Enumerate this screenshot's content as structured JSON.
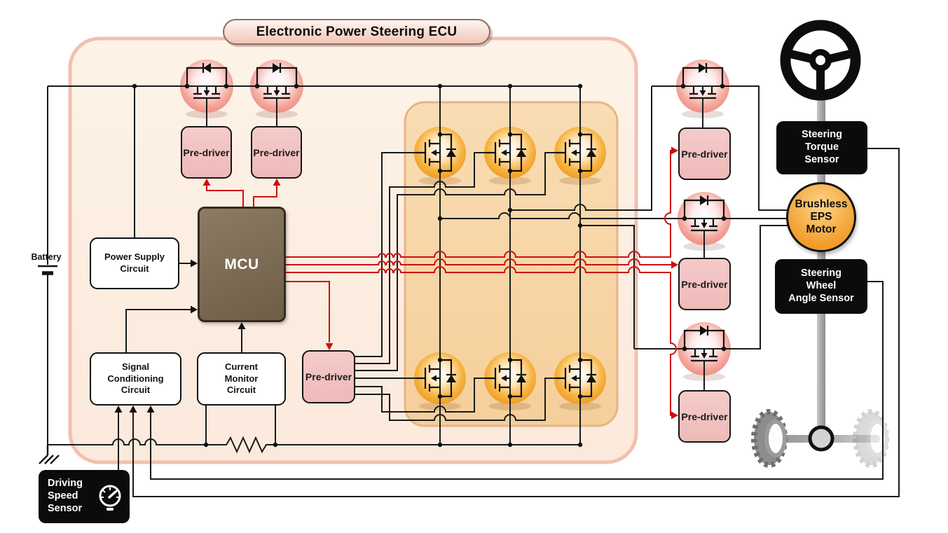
{
  "title": "Electronic Power Steering ECU",
  "ecu": {
    "predriver_label": "Pre-driver",
    "mcu_label": "MCU",
    "power_supply_label": "Power Supply\nCircuit",
    "signal_conditioning_label": "Signal\nConditioning\nCircuit",
    "current_monitor_label": "Current\nMonitor\nCircuit"
  },
  "external": {
    "battery_label": "Battery",
    "driving_speed_sensor_label": "Driving\nSpeed\nSensor",
    "steering_torque_sensor_label": "Steering\nTorque\nSensor",
    "steering_wheel_angle_sensor_label": "Steering\nWheel\nAngle Sensor",
    "brushless_eps_motor_label": "Brushless\nEPS\nMotor"
  },
  "icons": {
    "steering_wheel": "steering-wheel-icon",
    "speedometer": "speedometer-icon",
    "battery": "battery-symbol",
    "ground": "ground-symbol",
    "resistor": "resistor-symbol",
    "mosfet": "mosfet-symbol",
    "wheels_axle": "wheels-axle-icon"
  },
  "colors": {
    "wire": "#1a1a1a",
    "signal_red": "#cc1010",
    "ecu_fill": "#fdf1e4",
    "ecu_border": "#f2c0ae",
    "inverter_fill": "#f8d9ab",
    "inverter_border": "#e9b484",
    "predriver_pink": "#f2c5c4",
    "mcu_brown": "#7d6c55",
    "mosfet_pink": "#ee8d82",
    "mosfet_orange": "#ef9a25",
    "motor_orange": "#f09b28",
    "sensor_black": "#0b0b0b"
  }
}
